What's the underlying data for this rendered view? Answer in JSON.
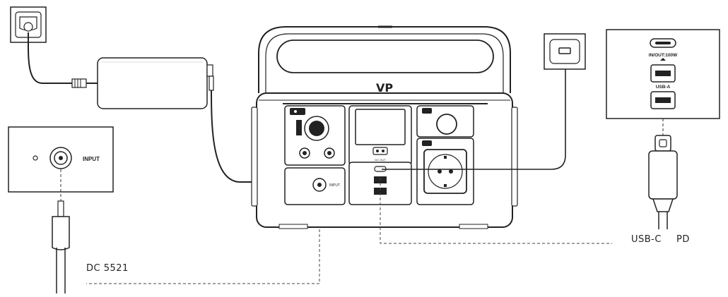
{
  "labels": {
    "input": "INPUT",
    "dc": "DC 5521",
    "usbc": "USB-C",
    "pd": "PD",
    "inout": "IN/OUT:100W",
    "usba": "USB-A",
    "dcout": "DC OUT",
    "dc_input": "INPUT",
    "brand": "VP"
  },
  "colors": {
    "stroke": "#1a1a1a",
    "device": "#2b2b2b",
    "panel": "#3a3a3a",
    "light": "#e8e8e8",
    "dash": "#444444"
  }
}
